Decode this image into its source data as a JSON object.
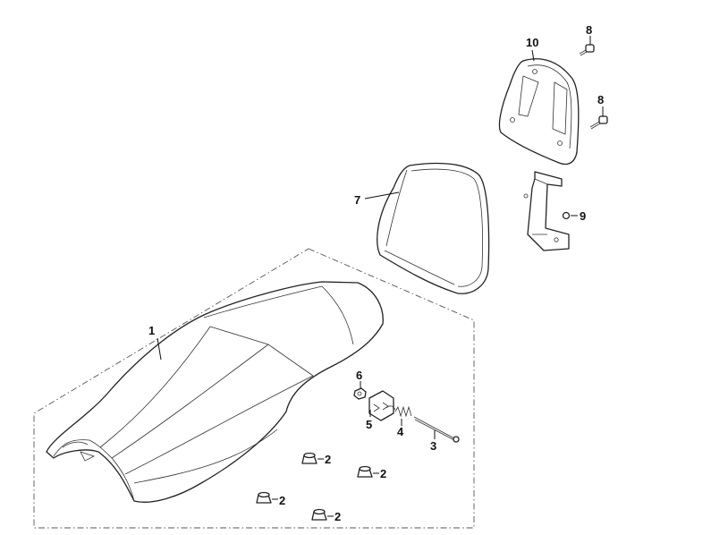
{
  "diagram": {
    "callouts": {
      "c1": "1",
      "c2a": "2",
      "c2b": "2",
      "c2c": "2",
      "c2d": "2",
      "c3": "3",
      "c4": "4",
      "c5": "5",
      "c6": "6",
      "c7": "7",
      "c8a": "8",
      "c8b": "8",
      "c9": "9",
      "c10": "10"
    },
    "colors": {
      "line": "#222222",
      "background": "#ffffff"
    }
  }
}
